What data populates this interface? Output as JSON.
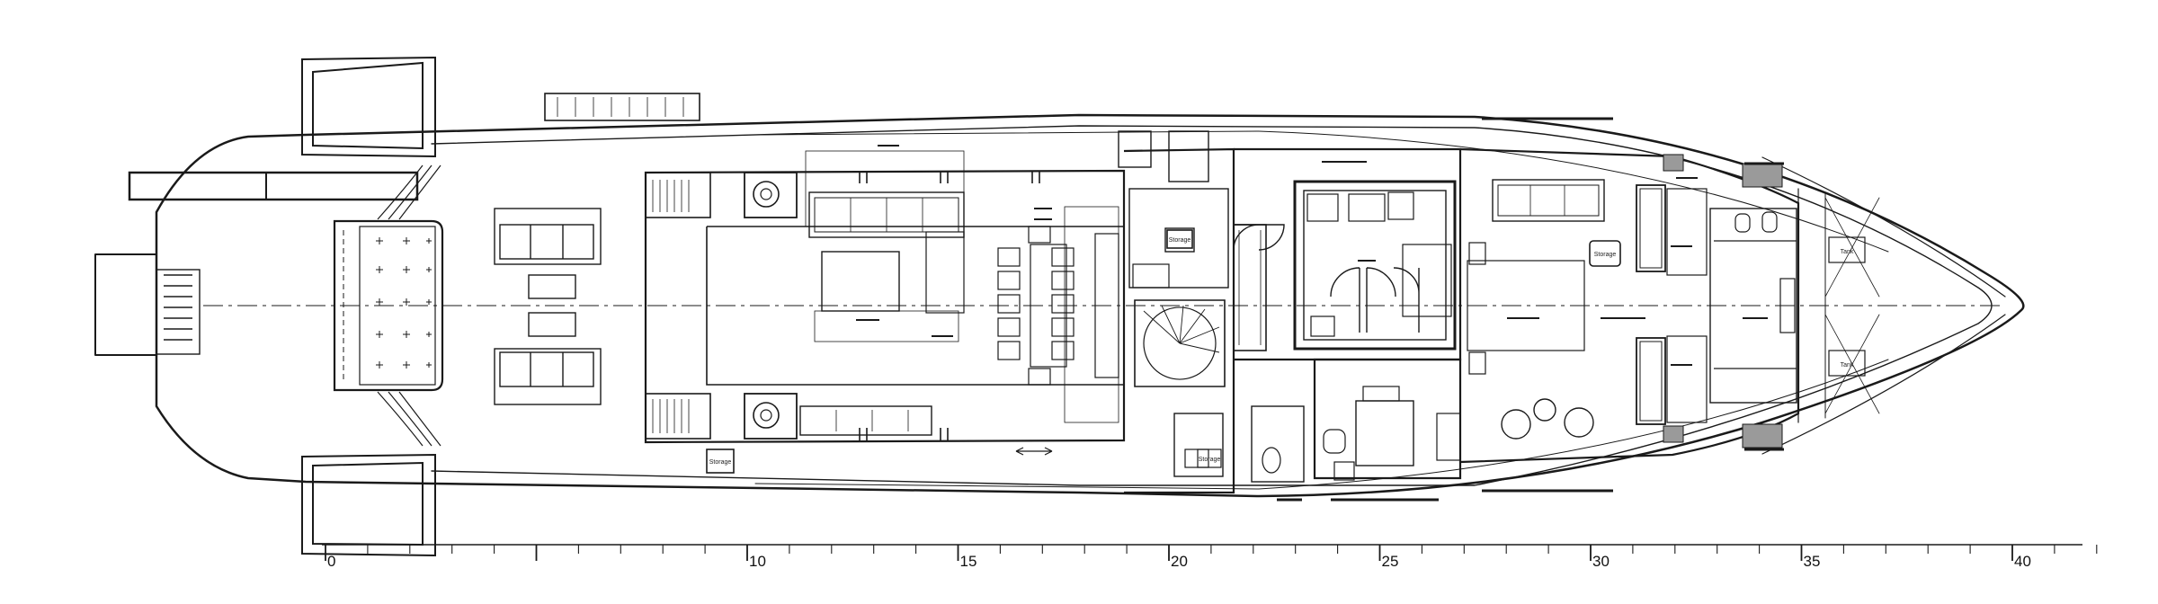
{
  "plan": {
    "scale": {
      "labels": [
        "0",
        "10",
        "15",
        "20",
        "25",
        "30",
        "35",
        "40"
      ],
      "unit_min": 0,
      "unit_max": 40
    },
    "tags": [
      "Storage",
      "Storage",
      "Storage",
      "Storage",
      "Tank",
      "Tank"
    ]
  },
  "colors": {
    "line": "#1a1a1a",
    "fill_grey": "#9a9a9a",
    "background": "#ffffff"
  }
}
